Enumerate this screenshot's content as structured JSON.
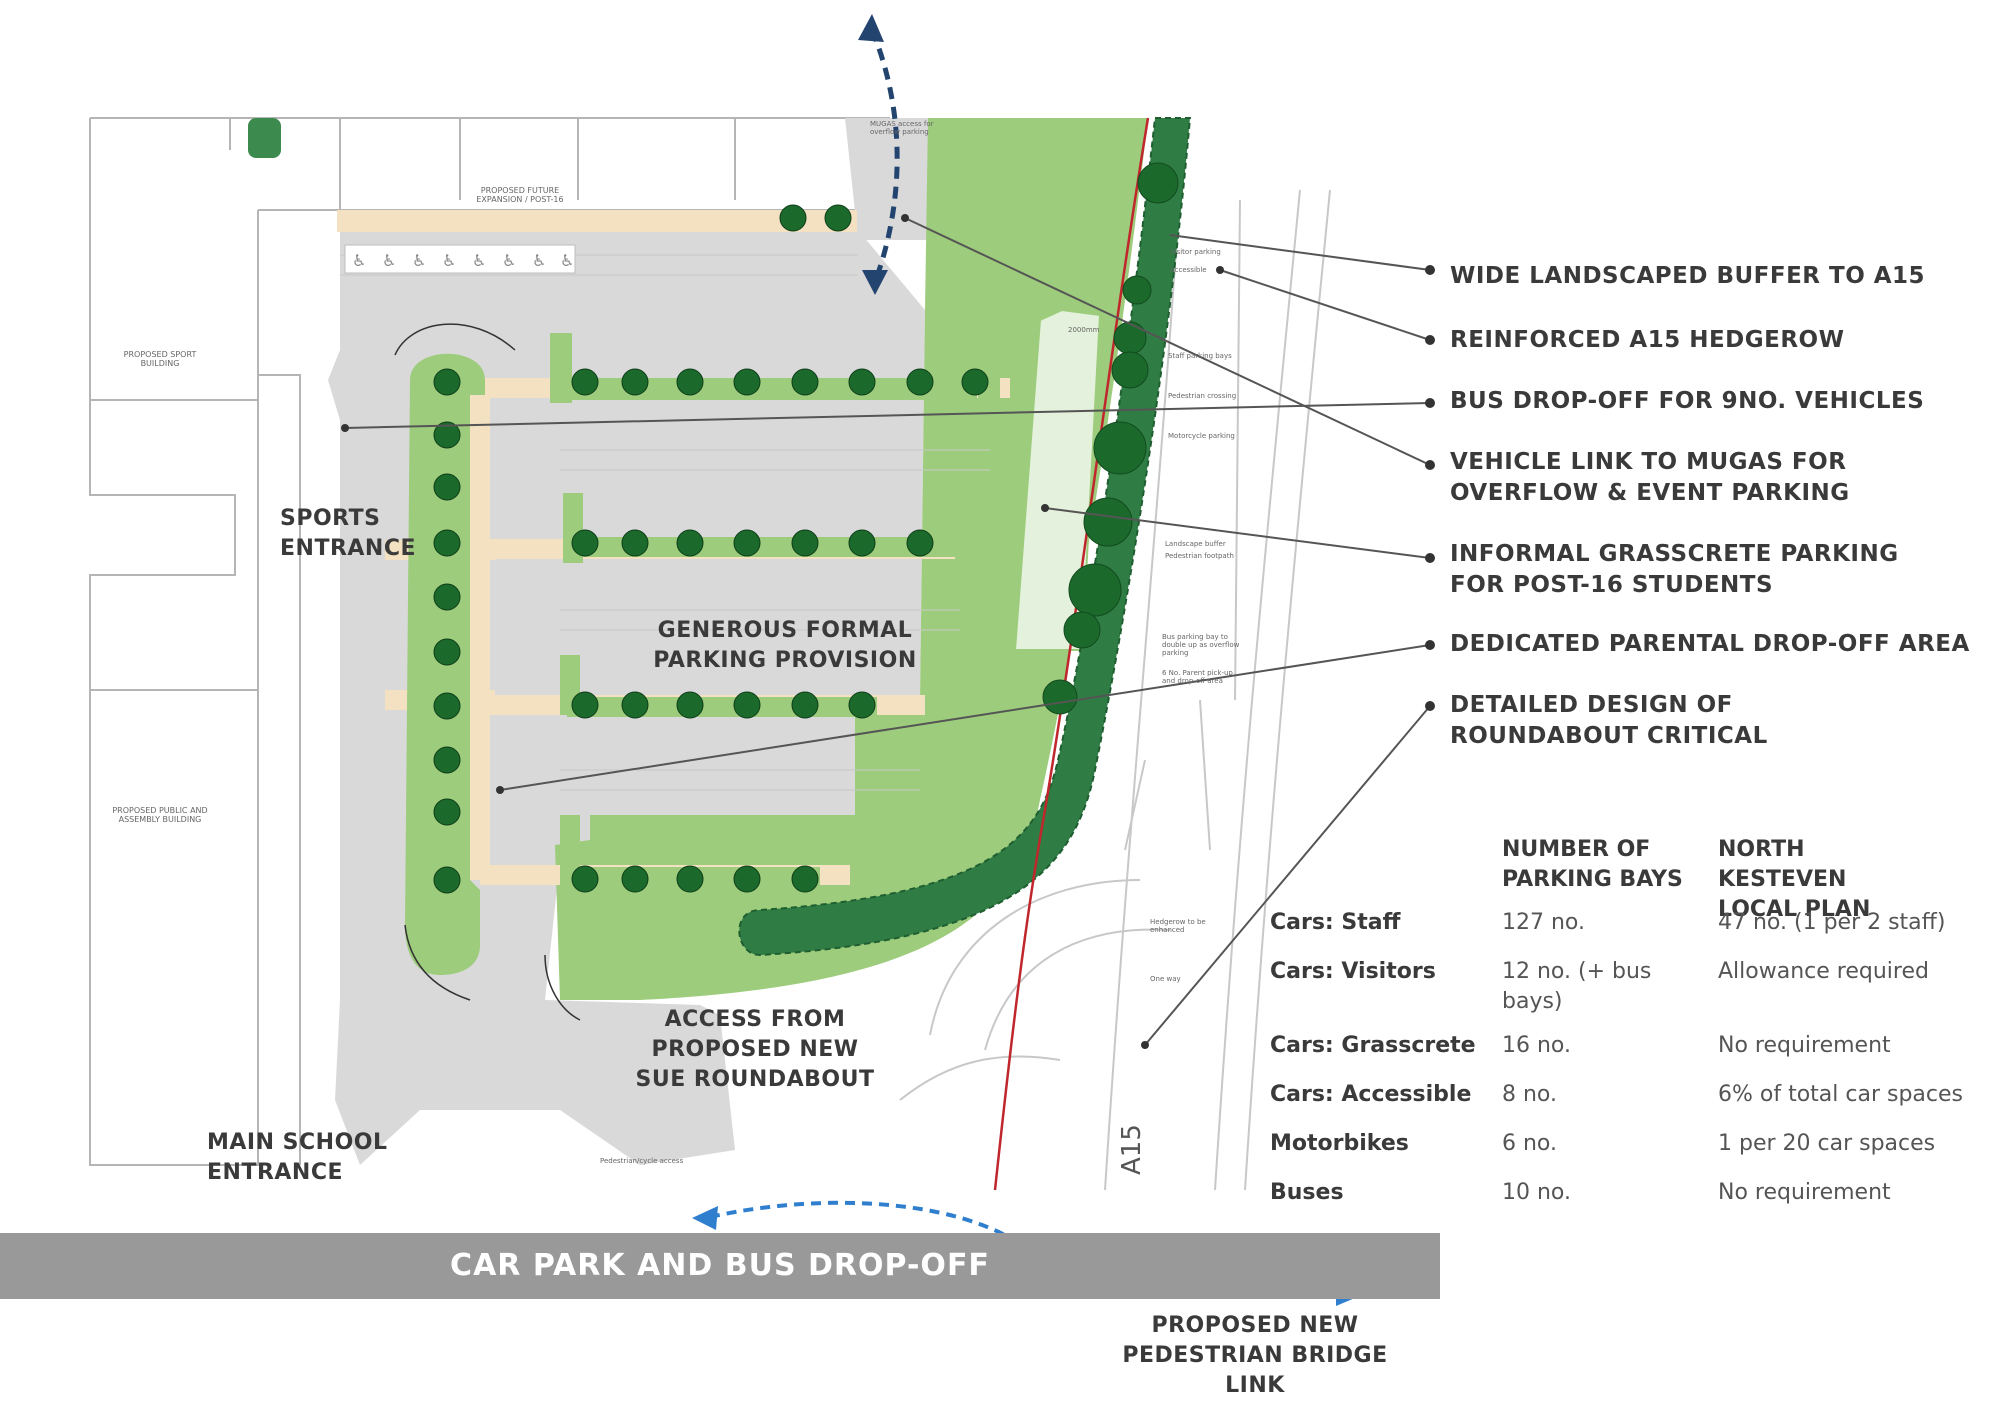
{
  "callouts": [
    "WIDE LANDSCAPED BUFFER TO A15",
    "REINFORCED A15 HEDGEROW",
    "BUS DROP-OFF FOR 9NO. VEHICLES",
    "VEHICLE LINK TO MUGAS FOR OVERFLOW & EVENT PARKING",
    "INFORMAL GRASSCRETE PARKING FOR POST-16 STUDENTS",
    "DEDICATED PARENTAL DROP-OFF AREA",
    "DETAILED DESIGN OF ROUNDABOUT CRITICAL"
  ],
  "labels": {
    "sports_entrance": "SPORTS ENTRANCE",
    "formal_parking": "GENEROUS FORMAL PARKING PROVISION",
    "access": "ACCESS FROM PROPOSED NEW SUE ROUNDABOUT",
    "main_entrance": "MAIN SCHOOL ENTRANCE",
    "bridge": "PROPOSED NEW PEDESTRIAN BRIDGE LINK",
    "road": "A15"
  },
  "small_labels": {
    "future_expansion": "PROPOSED FUTURE EXPANSION / POST-16",
    "sport_building": "PROPOSED SPORT BUILDING",
    "public_building": "PROPOSED PUBLIC AND ASSEMBLY BUILDING",
    "mugas": "MUGAS access for overflow parking",
    "visitor_parking": "Visitor parking",
    "accessible": "Accessible",
    "dim": "2000mm",
    "staff_parking": "Staff parking bays",
    "ped_crossing": "Pedestrian crossing",
    "motorcycle": "Motorcycle parking",
    "landscape_buffer": "Landscape buffer",
    "ped_footpath": "Pedestrian footpath",
    "bus_bay": "Bus parking bay to double up as overflow parking",
    "parent_pickup": "6 No. Parent pick-up and drop-off area",
    "hedgerow": "Hedgerow to be enhanced",
    "one_way": "One way",
    "ped_cycle": "Pedestrian/cycle access"
  },
  "banner": "CAR PARK AND BUS DROP-OFF",
  "table": {
    "headers": [
      "NUMBER OF PARKING BAYS",
      "NORTH KESTEVEN LOCAL PLAN"
    ],
    "rows": [
      {
        "label": "Cars: Staff",
        "bays": "127 no.",
        "plan": "47 no. (1 per 2 staff)"
      },
      {
        "label": "Cars: Visitors",
        "bays": "12 no. (+ bus bays)",
        "plan": "Allowance required"
      },
      {
        "label": "Cars: Grasscrete",
        "bays": "16 no.",
        "plan": "No requirement"
      },
      {
        "label": "Cars: Accessible",
        "bays": "8 no.",
        "plan": "6% of total car spaces"
      },
      {
        "label": "Motorbikes",
        "bays": "6 no.",
        "plan": "1 per 20 car spaces"
      },
      {
        "label": "Buses",
        "bays": "10 no.",
        "plan": "No requirement"
      }
    ]
  },
  "colors": {
    "grass": "#9dcc7c",
    "buffer": "#2f7d45",
    "tree": "#1b6a2c",
    "paving": "#d9d9d9",
    "footpath": "#f3e1c2",
    "road_line": "#c0272d",
    "arrow_dark": "#22446f",
    "arrow_light": "#2f7fce",
    "banner": "#999999"
  }
}
